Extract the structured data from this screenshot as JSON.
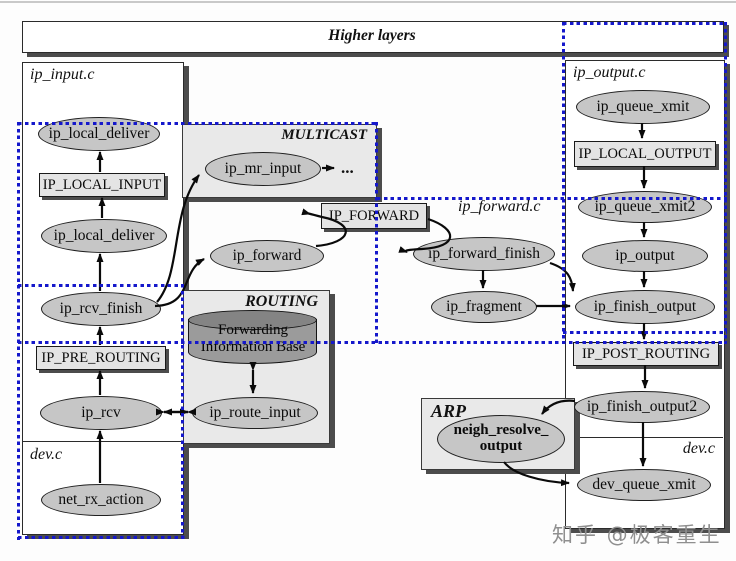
{
  "banner": {
    "title": "Higher layers"
  },
  "file_labels": {
    "ip_input_c": "ip_input.c",
    "dev_c_left": "dev.c",
    "ip_output_c": "ip_output.c",
    "dev_c_right": "dev.c",
    "ip_forward_c": "ip_forward.c"
  },
  "group_labels": {
    "multicast": "MULTICAST",
    "routing": "ROUTING",
    "arp": "ARP"
  },
  "hooks": {
    "ip_pre_routing": "IP_PRE_ROUTING",
    "ip_local_input": "IP_LOCAL_INPUT",
    "ip_forward": "IP_FORWARD",
    "ip_local_output": "IP_LOCAL_OUTPUT",
    "ip_post_routing": "IP_POST_ROUTING"
  },
  "functions": {
    "ip_local_deliver_top": "ip_local_deliver",
    "ip_local_deliver": "ip_local_deliver",
    "ip_rcv_finish": "ip_rcv_finish",
    "ip_rcv": "ip_rcv",
    "net_rx_action": "net_rx_action",
    "ip_mr_input": "ip_mr_input",
    "ip_forward": "ip_forward",
    "ip_route_input": "ip_route_input",
    "ip_forward_finish": "ip_forward_finish",
    "ip_fragment": "ip_fragment",
    "ip_queue_xmit": "ip_queue_xmit",
    "ip_queue_xmit2": "ip_queue_xmit2",
    "ip_output": "ip_output",
    "ip_finish_output": "ip_finish_output",
    "ip_finish_output2": "ip_finish_output2",
    "dev_queue_xmit": "dev_queue_xmit"
  },
  "database": {
    "fib_line1": "Forwarding",
    "fib_line2": "Information Base"
  },
  "arp_node": {
    "line1": "neigh_resolve_",
    "line2": "output"
  },
  "multicast_more": "...",
  "watermark": "知乎 @极客重生",
  "colors": {
    "netfilter_dotted": "#1518cb",
    "node_fill": "#c6c6c6",
    "group_fill": "#e9e9e9",
    "cylinder_fill": "#9b9b9b",
    "shadow": "#4c4c4c"
  }
}
